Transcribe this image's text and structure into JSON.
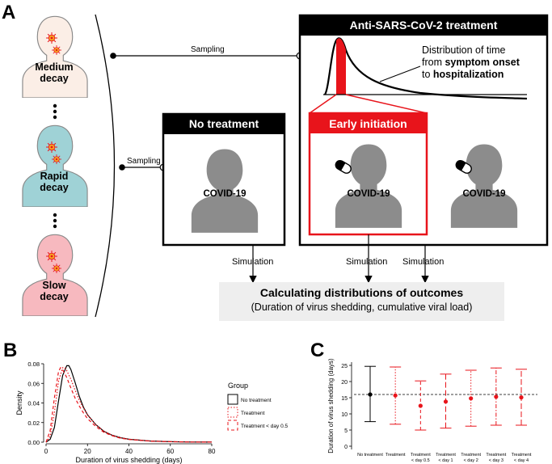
{
  "panels": {
    "a": "A",
    "b": "B",
    "c": "C"
  },
  "patients": [
    {
      "label_line1": "Medium",
      "label_line2": "decay",
      "color": "#fbeee6"
    },
    {
      "label_line1": "Rapid",
      "label_line2": "decay",
      "color": "#9fd2d6"
    },
    {
      "label_line1": "Slow",
      "label_line2": "decay",
      "color": "#f7b9bf"
    }
  ],
  "sampling_top": "Sampling",
  "sampling_mid": "Sampling",
  "treatment_box": {
    "title": "Anti-SARS-CoV-2 treatment",
    "dist_line1": "Distribution of time",
    "dist_line2_pre": "from ",
    "dist_line2_bold": "symptom onset",
    "dist_line3_pre": "to ",
    "dist_line3_bold": "hospitalization",
    "early_title": "Early initiation"
  },
  "no_treatment_title": "No treatment",
  "covid_label": "COVID-19",
  "simulation_label": "Simulation",
  "outcomes": {
    "title": "Calculating distributions of outcomes",
    "subtitle": "(Duration of virus shedding, cumulative viral load)"
  },
  "colors": {
    "red": "#e8141b",
    "black": "#000000",
    "person_gray": "#8c8c8c"
  },
  "chart_data": [
    {
      "type": "line",
      "panel": "B",
      "xlabel": "Duration of virus shedding (days)",
      "ylabel": "Density",
      "xlim": [
        0,
        80
      ],
      "ylim": [
        0,
        0.08
      ],
      "xticks": [
        "0",
        "20",
        "40",
        "60",
        "80"
      ],
      "yticks": [
        "0.00",
        "0.02",
        "0.04",
        "0.06",
        "0.08"
      ],
      "legend_title": "Group",
      "legend_position": "right",
      "series": [
        {
          "name": "No treatment",
          "color": "#000000",
          "dash": "solid",
          "x": [
            0,
            2,
            4,
            6,
            8,
            10,
            11,
            12,
            14,
            16,
            18,
            20,
            24,
            28,
            32,
            36,
            40,
            50,
            60,
            70,
            80
          ],
          "y": [
            0,
            0.003,
            0.015,
            0.042,
            0.068,
            0.078,
            0.078,
            0.074,
            0.061,
            0.047,
            0.036,
            0.028,
            0.018,
            0.011,
            0.007,
            0.0045,
            0.003,
            0.0012,
            0.0005,
            0.0002,
            0.0001
          ]
        },
        {
          "name": "Treatment",
          "color": "#e8141b",
          "dash": "dotted",
          "x": [
            0,
            2,
            4,
            6,
            8,
            9,
            10,
            12,
            14,
            16,
            18,
            20,
            24,
            28,
            32,
            36,
            40,
            50,
            60,
            70,
            80
          ],
          "y": [
            0,
            0.006,
            0.03,
            0.062,
            0.076,
            0.076,
            0.073,
            0.064,
            0.053,
            0.043,
            0.035,
            0.028,
            0.018,
            0.011,
            0.007,
            0.0045,
            0.003,
            0.0012,
            0.0005,
            0.0002,
            0.0001
          ]
        },
        {
          "name": "Treatment < day 0.5",
          "color": "#e8141b",
          "dash": "dashed",
          "x": [
            0,
            2,
            4,
            6,
            7,
            8,
            10,
            12,
            14,
            16,
            18,
            20,
            24,
            28,
            32,
            36,
            40,
            50,
            60,
            70,
            80
          ],
          "y": [
            0,
            0.012,
            0.045,
            0.072,
            0.076,
            0.074,
            0.066,
            0.055,
            0.045,
            0.037,
            0.03,
            0.024,
            0.016,
            0.01,
            0.0065,
            0.004,
            0.0028,
            0.0011,
            0.0005,
            0.0002,
            0.0001
          ]
        }
      ]
    },
    {
      "type": "scatter",
      "panel": "C",
      "ylabel": "Duration of virus shedding (days)",
      "ylim": [
        0,
        25
      ],
      "yticks": [
        "0",
        "5",
        "10",
        "15",
        "20",
        "25"
      ],
      "reference_line": 16,
      "categories": [
        "No treatment",
        "Treatment",
        "Treatment < day 0.5",
        "Treatment < day 1",
        "Treatment < day 2",
        "Treatment < day 3",
        "Treatment < day 4"
      ],
      "category_labels": [
        [
          "No treatment"
        ],
        [
          "Treatment"
        ],
        [
          "Treatment",
          "< day 0.5"
        ],
        [
          "Treatment",
          "< day 1"
        ],
        [
          "Treatment",
          "< day 2"
        ],
        [
          "Treatment",
          "< day 3"
        ],
        [
          "Treatment",
          "< day 4"
        ]
      ],
      "median": [
        16,
        15.7,
        12.5,
        13.8,
        14.8,
        15.3,
        15.1
      ],
      "lower": [
        7.6,
        6.8,
        5.0,
        5.6,
        6.2,
        6.5,
        6.5
      ],
      "upper": [
        24.7,
        24.5,
        20.2,
        22.3,
        23.5,
        24.2,
        23.8
      ],
      "colors": [
        "#000000",
        "#e8141b",
        "#e8141b",
        "#e8141b",
        "#e8141b",
        "#e8141b",
        "#e8141b"
      ],
      "dash": [
        "solid",
        "dotted",
        "dashed",
        "longdash",
        "dotted",
        "dashdot",
        "longdash"
      ]
    }
  ]
}
